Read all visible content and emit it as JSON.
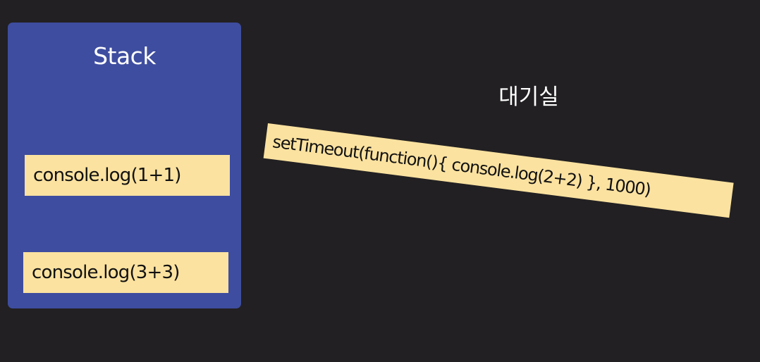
{
  "colors": {
    "background": "#222022",
    "stack_panel": "#3e4d9f",
    "note_fill": "#fbe2a0"
  },
  "stack": {
    "title": "Stack",
    "items": [
      {
        "label": "console.log(1+1)"
      },
      {
        "label": "console.log(3+3)"
      }
    ]
  },
  "waiting_room": {
    "title": "대기실",
    "items": [
      {
        "label": "setTimeout(function(){ console.log(2+2) }, 1000)"
      }
    ]
  }
}
